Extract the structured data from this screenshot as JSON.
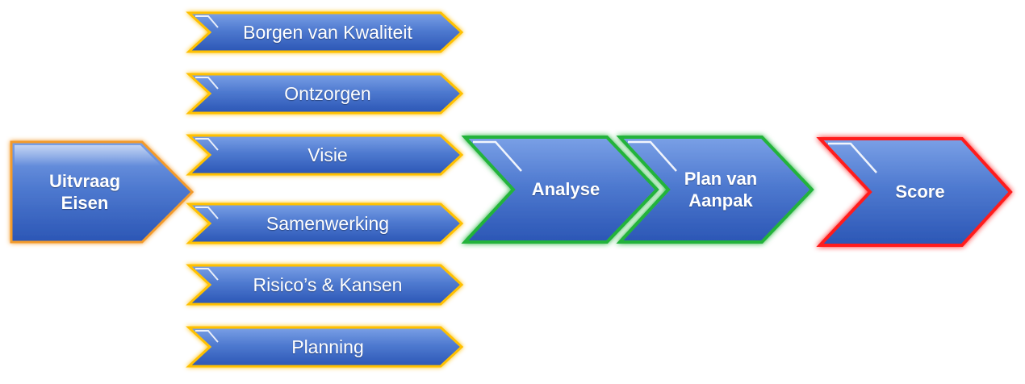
{
  "diagram": {
    "start": {
      "label": "Uitvraag\nEisen",
      "glow": "#f39a2c"
    },
    "themes": {
      "glow": "#ffc000",
      "items": [
        {
          "label": "Borgen van Kwaliteit"
        },
        {
          "label": "Ontzorgen"
        },
        {
          "label": "Visie"
        },
        {
          "label": "Samenwerking"
        },
        {
          "label": "Risico’s & Kansen"
        },
        {
          "label": "Planning"
        }
      ]
    },
    "steps": {
      "glow": "#22b33a",
      "items": [
        {
          "label": "Analyse"
        },
        {
          "label": "Plan van\nAanpak"
        }
      ]
    },
    "result": {
      "label": "Score",
      "glow": "#ff1a1a"
    },
    "colors": {
      "fill_top": "#6d95e0",
      "fill_bottom": "#2f5ab8",
      "border": "#1f3f8a",
      "text": "#ffffff"
    }
  }
}
